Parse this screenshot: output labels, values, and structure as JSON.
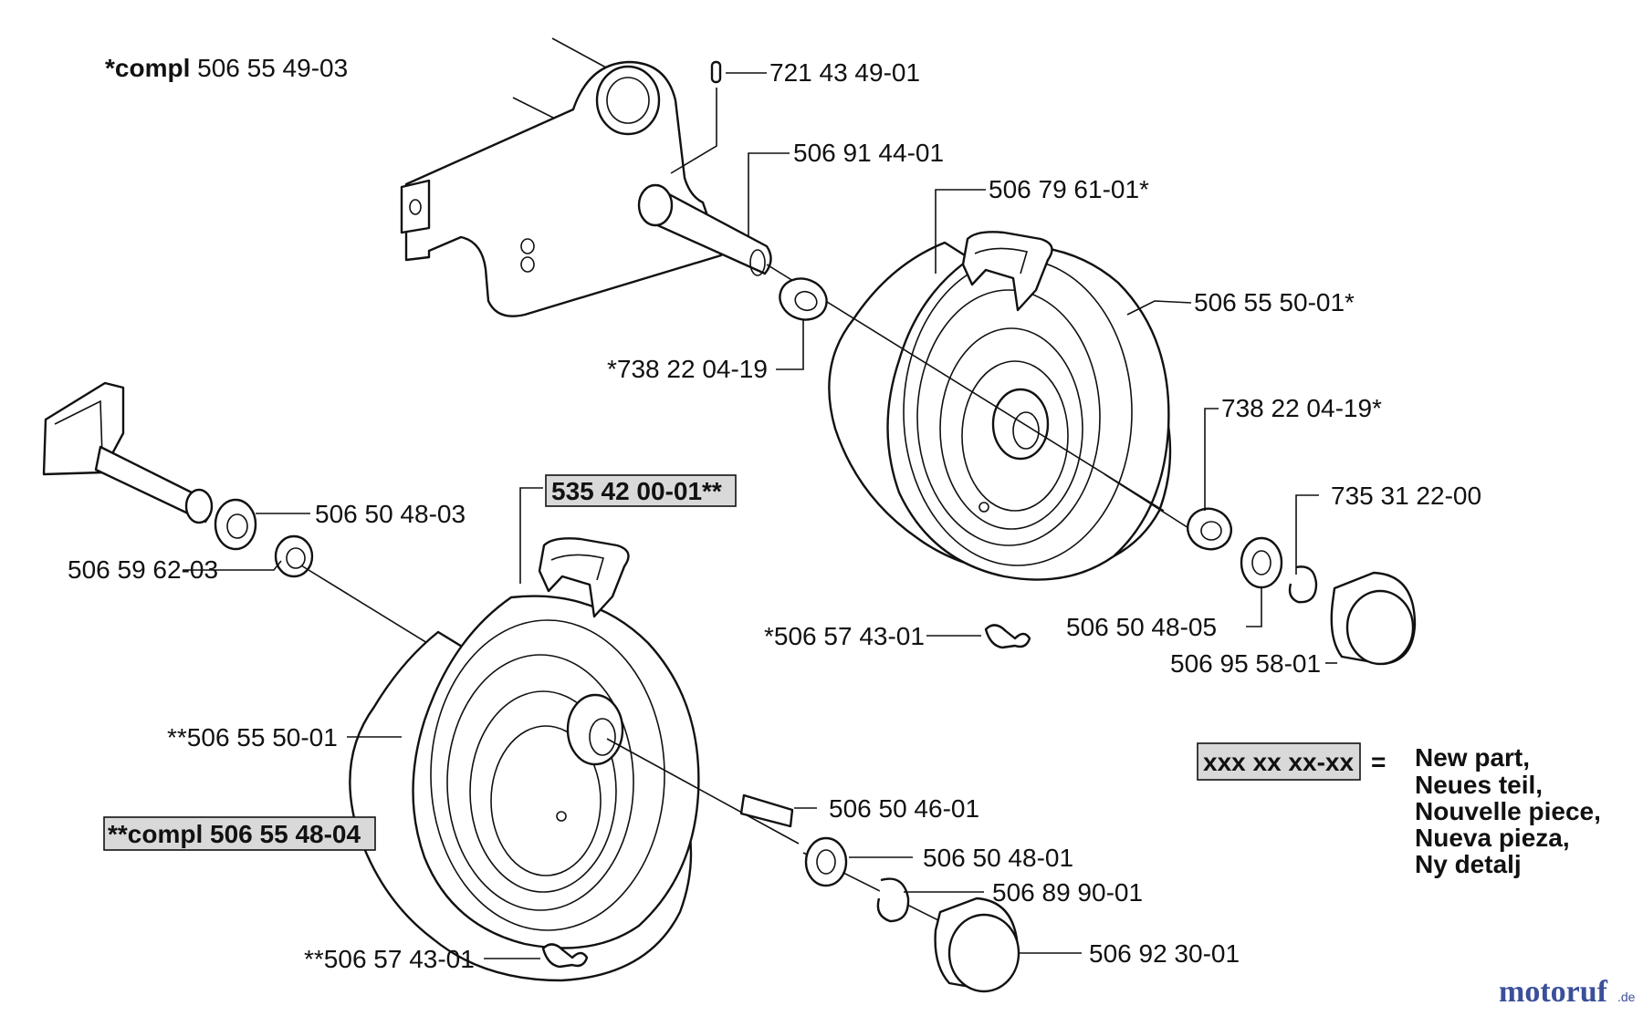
{
  "labels": {
    "compl_upper_prefix": "*compl",
    "compl_upper_number": "506 55 49-03",
    "p_721_43_49_01": "721 43 49-01",
    "p_506_91_44_01": "506 91 44-01",
    "p_506_79_61_01": "506 79 61-01*",
    "p_506_55_50_01_star": "506 55 50-01*",
    "p_738_22_04_19_pre": "*738 22 04-19",
    "p_738_22_04_19_post": "738 22 04-19*",
    "p_735_31_22_00": "735 31 22-00",
    "p_506_50_48_03": "506 50 48-03",
    "p_535_42_00_01": "535 42 00-01**",
    "p_506_59_62_03": "506 59 62-03",
    "p_506_57_43_01_star": "*506 57 43-01",
    "p_506_50_48_05": "506 50 48-05",
    "p_506_95_58_01": "506 95 58-01",
    "p_506_55_50_01_dstar": "**506 55 50-01",
    "p_506_50_46_01": "506 50 46-01",
    "compl_lower": "**compl 506 55 48-04",
    "p_506_50_48_01": "506 50 48-01",
    "p_506_89_90_01": "506 89 90-01",
    "p_506_92_30_01": "506 92 30-01",
    "p_506_57_43_01_dstar": "**506 57 43-01"
  },
  "legend": {
    "sample": "xxx xx xx-xx",
    "equals": "=",
    "lines": [
      "New part,",
      "Neues teil,",
      "Nouvelle piece,",
      "Nueva pieza,",
      "Ny detalj"
    ]
  },
  "watermark": {
    "text": "motoruf",
    "suffix": ".de",
    "color": "#3b4f9a",
    "accent": "#e2a21b"
  }
}
